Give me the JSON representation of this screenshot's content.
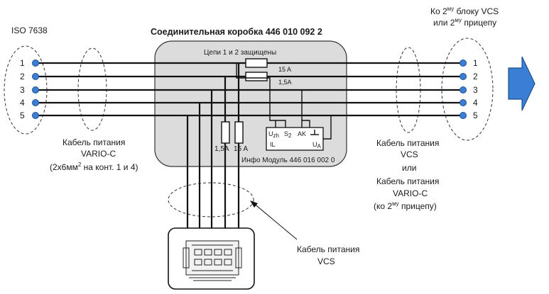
{
  "standard_label": "ISO 7638",
  "box_title": "Соединительная коробка 446 010 092 2",
  "circuits_protected": "Цепи 1 и 2 защищены",
  "fuse_15a_right": "15 A",
  "fuse_15_right": "1,5A",
  "fuse_low_left": "1,5A",
  "fuse_low_right": "15 A",
  "module_caption": "Инфо Модуль 446 016 002 0",
  "module_pins": {
    "uzh": "U",
    "uzh_sub": "zh",
    "s2": "S",
    "s2_sub": "2",
    "ak": "AK",
    "il": "IL",
    "ua": "U",
    "ua_sub": "A"
  },
  "left_pins": [
    "1",
    "2",
    "3",
    "4",
    "5"
  ],
  "right_pins": [
    "1",
    "2",
    "3",
    "4",
    "5"
  ],
  "top_right_line1_a": "Ко 2",
  "top_right_line1_sup": "му",
  "top_right_line1_b": " блоку VCS",
  "top_right_line2_a": "или 2",
  "top_right_line2_sup": "му",
  "top_right_line2_b": " прицепу",
  "left_cable_line1": "Кабель питания",
  "left_cable_line2": "VARIO-C",
  "left_cable_line3_a": "(2x6мм",
  "left_cable_line3_sup": "2",
  "left_cable_line3_b": " на конт. 1 и 4)",
  "right_cable_line1": "Кабель питания",
  "right_cable_line2": "VCS",
  "right_cable_line3": "или",
  "right_cable_line4": "Кабель питания",
  "right_cable_line5": "VARIO-C",
  "right_cable_line6_a": "(ко 2",
  "right_cable_line6_sup": "му",
  "right_cable_line6_b": " прицепу)",
  "bottom_cable_line1": "Кабель питания",
  "bottom_cable_line2": "VCS",
  "colors": {
    "box_fill": "#dcdcdc",
    "pin_fill": "#3a7fd5",
    "arrow_fill": "#3a7fd5"
  }
}
